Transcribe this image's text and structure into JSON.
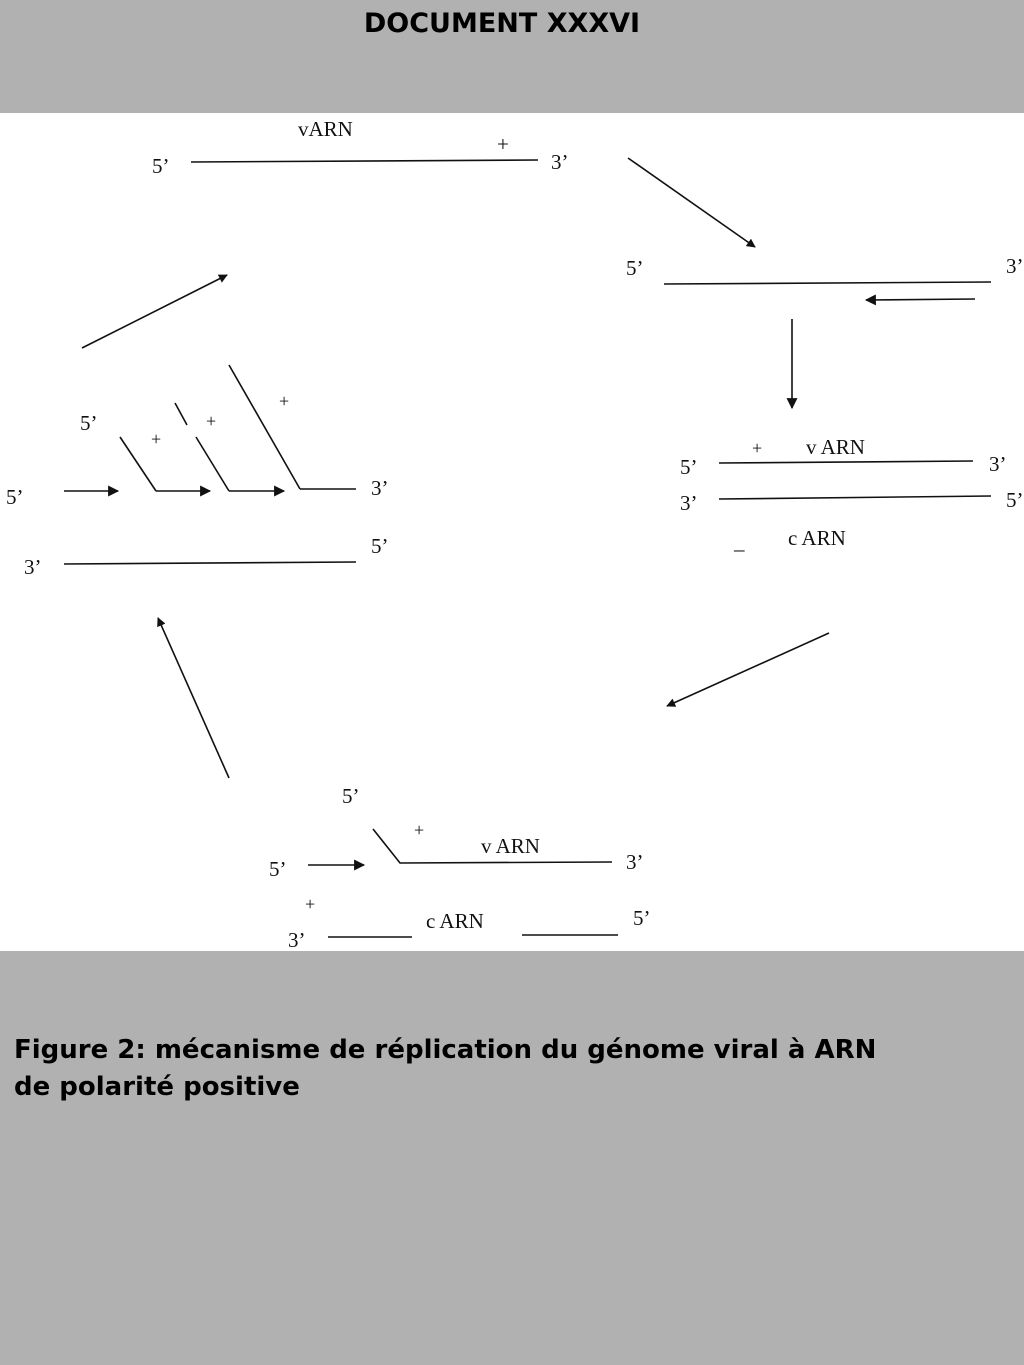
{
  "document_title": "DOCUMENT XXXVI",
  "caption": {
    "line1": "Figure 2: mécanisme de réplication du génome viral à ARN",
    "line2": "de polarité positive"
  },
  "diagram": {
    "top": {
      "label": "vARN",
      "plus": "+",
      "end5": "5’",
      "end3": "3’"
    },
    "right_upper": {
      "end5": "5’",
      "end3": "3’"
    },
    "right_duplex": {
      "plus": "+",
      "v_label": "v ARN",
      "top5": "5’",
      "top3": "3’",
      "bot3": "3’",
      "bot5": "5’",
      "minus": "–",
      "c_label": "c ARN"
    },
    "bottom": {
      "branch5": "5’",
      "plus_top": "+",
      "v_label": "v ARN",
      "left5": "5’",
      "right3": "3’",
      "plus_bottom": "+",
      "left3": "3’",
      "c_label": "c ARN",
      "right5": "5’"
    },
    "left_multi": {
      "plus1": "+",
      "plus2": "+",
      "plus3": "+",
      "branch5": "5’",
      "left5": "5’",
      "right3": "3’",
      "bot3": "3’",
      "bot5": "5’"
    }
  }
}
